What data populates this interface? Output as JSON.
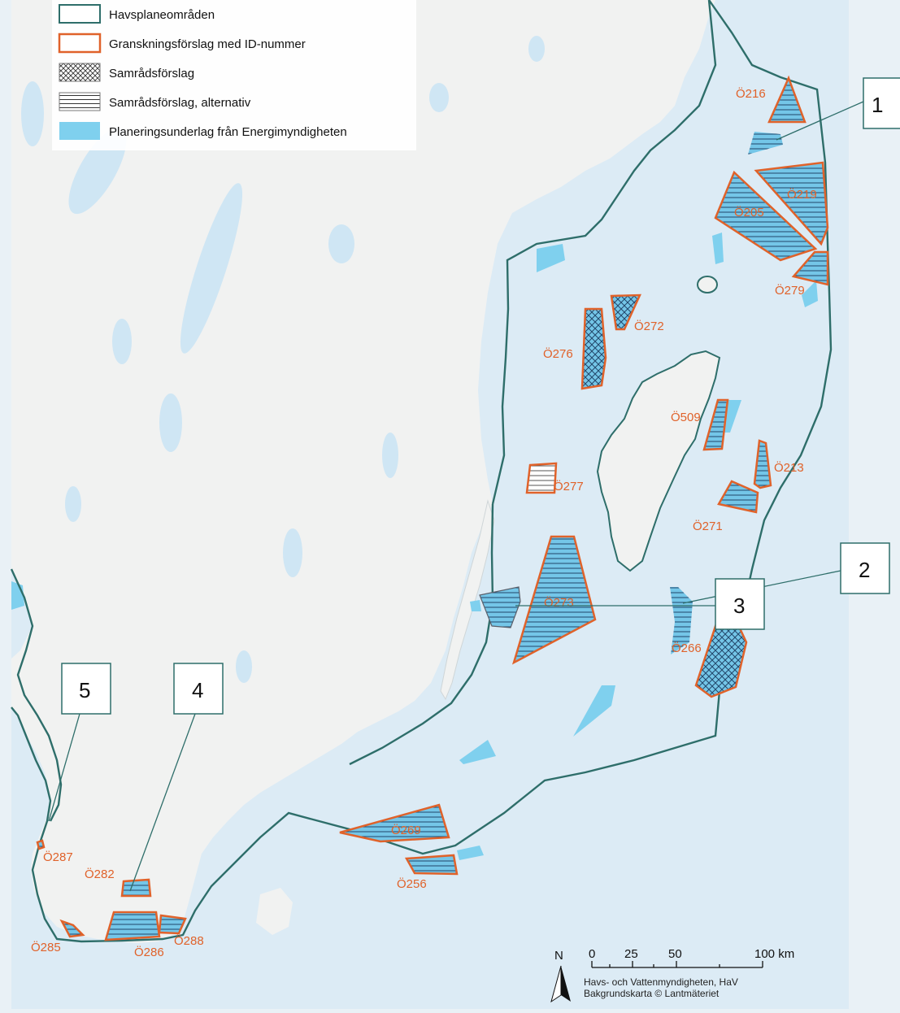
{
  "legend": {
    "items": [
      {
        "label": "Havsplaneområden",
        "symbol": "planning-area"
      },
      {
        "label": "Granskningsförslag med ID-nummer",
        "symbol": "review-proposal"
      },
      {
        "label": "Samrådsförslag",
        "symbol": "consultation-proposal"
      },
      {
        "label": "Samrådsförslag, alternativ",
        "symbol": "consultation-alternative"
      },
      {
        "label": "Planeringsunderlag från Energimyndigheten",
        "symbol": "energy-agency-basis"
      }
    ]
  },
  "area_labels": {
    "o216": "Ö216",
    "o219": "Ö219",
    "o205": "Ö205",
    "o279": "Ö279",
    "o272": "Ö272",
    "o276": "Ö276",
    "o509": "Ö509",
    "o213": "Ö213",
    "o277": "Ö277",
    "o271": "Ö271",
    "o273": "Ö273",
    "o266": "Ö266",
    "o269": "Ö269",
    "o256": "Ö256",
    "o287": "Ö287",
    "o282": "Ö282",
    "o285": "Ö285",
    "o286": "Ö286",
    "o288": "Ö288"
  },
  "callouts": [
    "1",
    "2",
    "3",
    "4",
    "5"
  ],
  "scale_bar": {
    "north": "N",
    "ticks": [
      "0",
      "25",
      "50",
      "100 km"
    ]
  },
  "credits": {
    "line1": "Havs- och Vattenmyndigheten, HaV",
    "line2": "Bakgrundskarta © Lantmäteriet"
  },
  "colors": {
    "sea": "#dcebf5",
    "land": "#f1f2f1",
    "planning_area_outline": "#2e6e6a",
    "review_outline": "#e0622a",
    "energy_blue": "#7fd0ee",
    "page_bg": "#e9f1f6"
  }
}
